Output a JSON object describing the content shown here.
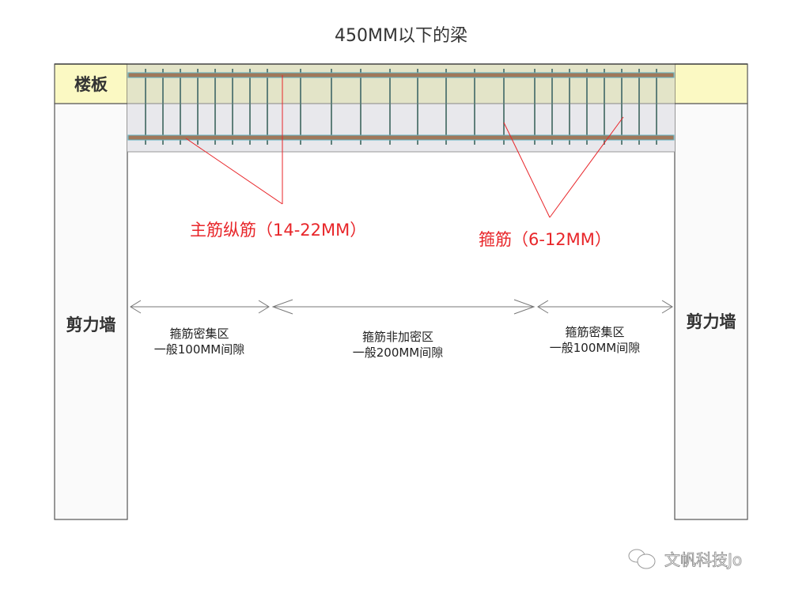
{
  "title": "450MM以下的梁",
  "labels": {
    "slab": "楼板",
    "wall_left": "剪力墙",
    "wall_right": "剪力墙",
    "main_rebar": "主筋纵筋（14-22MM）",
    "stirrup": "箍筋（6-12MM）"
  },
  "zones": [
    {
      "line1": "箍筋密集区",
      "line2": "一般100MM间隙"
    },
    {
      "line1": "箍筋非加密区",
      "line2": "一般200MM间隙"
    },
    {
      "line1": "箍筋密集区",
      "line2": "一般100MM间隙"
    }
  ],
  "watermark": "文帆科技Jo",
  "colors": {
    "slab": "#fbf9c3",
    "beam_top": "#e3e4c8",
    "beam_bottom": "#e8e8ec",
    "rebar": "#a0785a",
    "stirrup": "#5f7f7a",
    "annotation": "#e8262a"
  }
}
